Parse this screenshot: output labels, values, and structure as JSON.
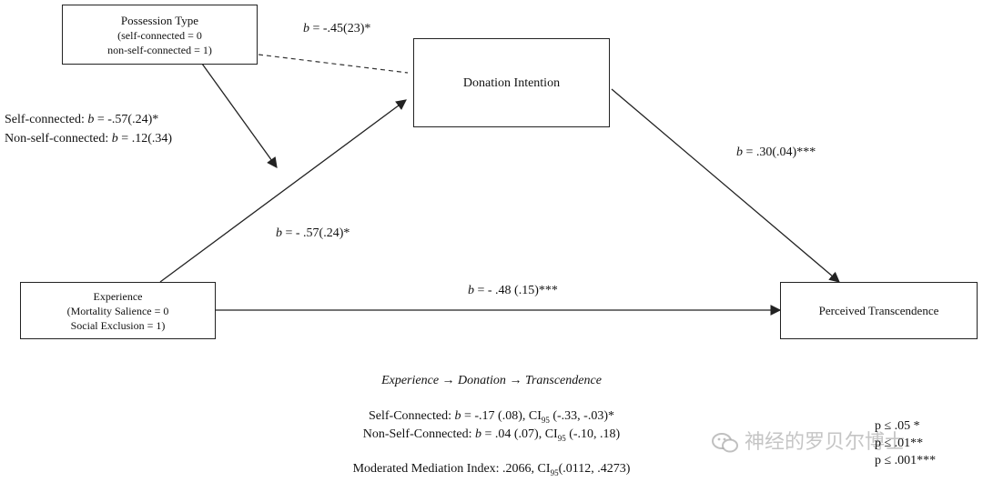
{
  "nodes": {
    "possession": {
      "title": "Possession Type",
      "line2": "(self-connected = 0",
      "line3": "non-self-connected = 1)"
    },
    "donation": {
      "title": "Donation Intention"
    },
    "experience": {
      "title": "Experience",
      "line2": "(Mortality Salience = 0",
      "line3": "Social Exclusion = 1)"
    },
    "transcendence": {
      "title": "Perceived Transcendence"
    }
  },
  "paths": {
    "possession_donation": {
      "b": "b",
      "text": " = -.45(23)*"
    },
    "moderator_self": {
      "prefix": "Self-connected: ",
      "b": "b",
      "text": " = -.57(.24)*"
    },
    "moderator_nonself": {
      "prefix": "Non-self-connected: ",
      "b": "b",
      "text": " = .12(.34)"
    },
    "experience_donation": {
      "b": "b",
      "text": " =  - .57(.24)*"
    },
    "donation_transcendence": {
      "b": "b",
      "text": " =  .30(.04)***"
    },
    "experience_transcendence": {
      "b": "b",
      "text": " =  - .48 (.15)***"
    }
  },
  "indirect": {
    "heading_a": "Experience",
    "heading_b": "Donation",
    "heading_c": "Transcendence",
    "self": {
      "prefix": "Self-Connected: ",
      "b": "b",
      "mid": " = -.17 (.08), CI",
      "sub": "95",
      "suffix": " (-.33, -.03)*"
    },
    "nonself": {
      "prefix": "Non-Self-Connected: ",
      "b": "b",
      "mid": " = .04 (.07), CI",
      "sub": "95",
      "suffix": " (-.10, .18)"
    },
    "index": {
      "prefix": "Moderated Mediation  Index: .2066, CI",
      "sub": "95",
      "suffix": "(.0112, .4273)"
    }
  },
  "significance": {
    "p05": "p ≤ .05  *",
    "p01": "p ≤ .01**",
    "p001": "p ≤ .001***"
  },
  "watermark": {
    "text": "神经的罗贝尔博士",
    "icon": "wechat-icon"
  }
}
